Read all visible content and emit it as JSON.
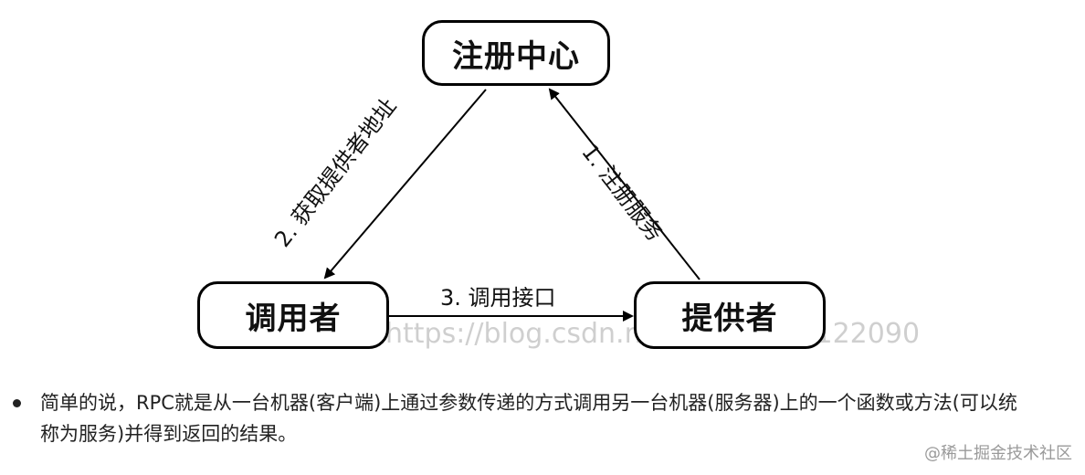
{
  "diagram": {
    "nodes": {
      "registry": "注册中心",
      "caller": "调用者",
      "provider": "提供者"
    },
    "edges": {
      "register": "1. 注册服务",
      "discover": "2. 获取提供者地址",
      "invoke": "3. 调用接口"
    },
    "watermark": "https://blog.csdn.net/weixin_43122090"
  },
  "description": {
    "bullet_text": "简单的说，RPC就是从一台机器(客户端)上通过参数传递的方式调用另一台机器(服务器)上的一个函数或方法(可以统称为服务)并得到返回的结果。"
  },
  "page_watermark": "@稀土掘金技术社区"
}
